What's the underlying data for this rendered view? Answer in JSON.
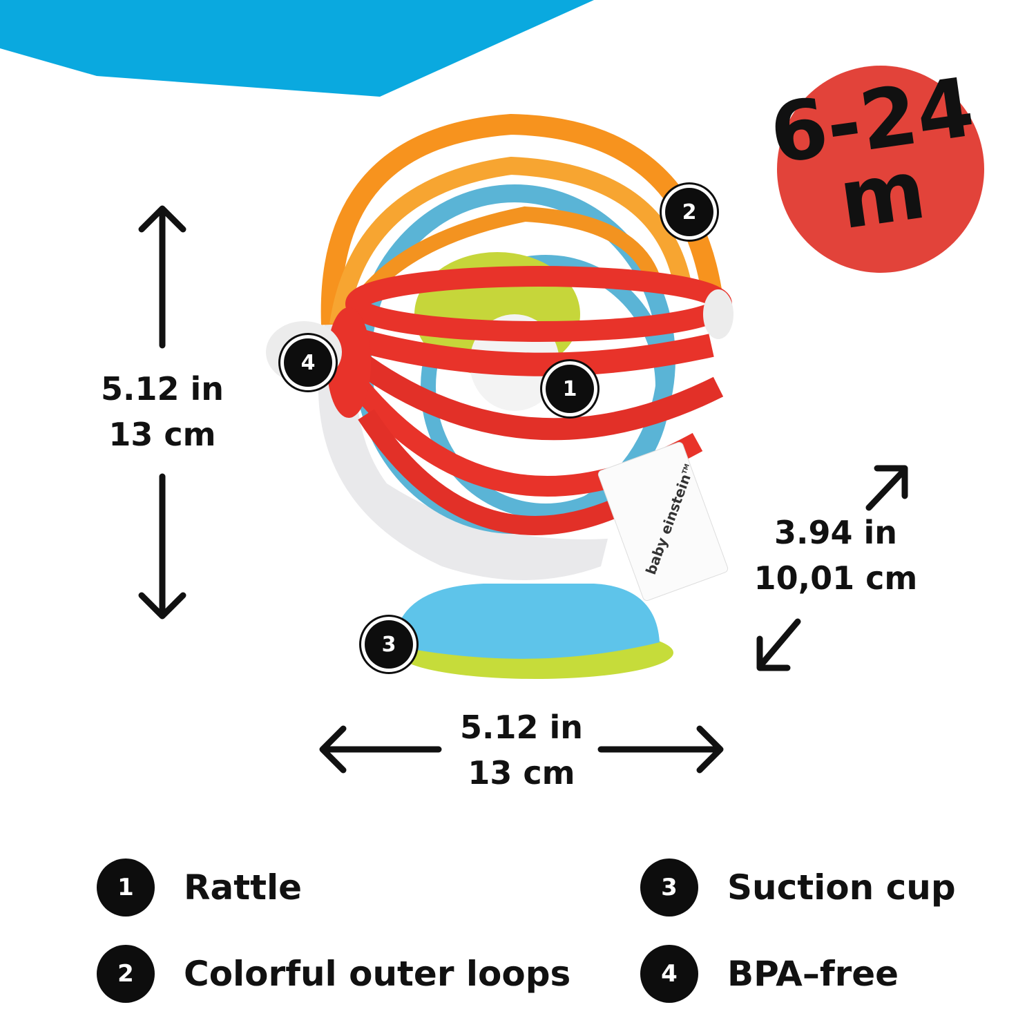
{
  "colors": {
    "banner": "#0aa9df",
    "age_circle": "#e2433a",
    "loop_orange": "#f7931e",
    "loop_red": "#e8332a",
    "loop_blue": "#5ab4d6",
    "base_blue": "#5ec4ea",
    "base_green": "#c6dc3a",
    "stand_white": "#e9e9eb"
  },
  "age": {
    "line1": "6-24",
    "line2": "m"
  },
  "dimensions": {
    "height": {
      "imperial": "5.12 in",
      "metric": "13 cm"
    },
    "depth": {
      "imperial": "3.94 in",
      "metric": "10,01 cm"
    },
    "width": {
      "imperial": "5.12 in",
      "metric": "13 cm"
    }
  },
  "tag": {
    "brand": "baby einstein",
    "tm": "TM"
  },
  "badges": {
    "rattle": "1",
    "loops": "2",
    "suction": "3",
    "bpa": "4"
  },
  "legend": [
    {
      "number": "1",
      "label": "Rattle"
    },
    {
      "number": "2",
      "label": "Colorful outer loops"
    },
    {
      "number": "3",
      "label": "Suction cup"
    },
    {
      "number": "4",
      "label": "BPA–free"
    }
  ]
}
